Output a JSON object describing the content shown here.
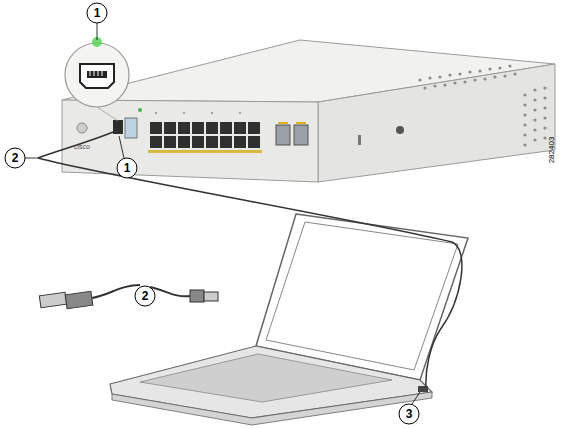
{
  "diagram": {
    "labels": [
      "1",
      "1",
      "2",
      "2",
      "3",
      "cisco",
      "282403"
    ]
  }
}
